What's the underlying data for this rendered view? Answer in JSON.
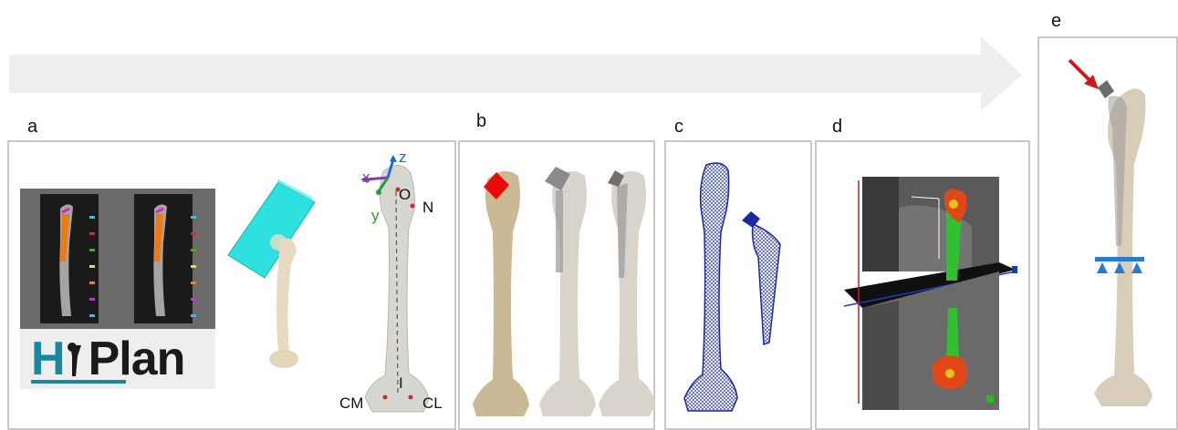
{
  "panels": {
    "a": {
      "label": "a",
      "axis_labels": {
        "x": "x",
        "y": "y",
        "z": "z"
      },
      "landmarks": {
        "o": "O",
        "n": "N",
        "i": "I",
        "cm": "CM",
        "cl": "CL"
      },
      "logo": {
        "text_h": "H",
        "text_plan": "Plan",
        "color_teal": "#1a86a0",
        "color_dark": "#1a1a1a"
      }
    },
    "b": {
      "label": "b"
    },
    "c": {
      "label": "c"
    },
    "d": {
      "label": "d"
    },
    "e": {
      "label": "e"
    }
  },
  "colors": {
    "cutting_block": "#2ee0e0",
    "resection_plane": "#e01010",
    "mesh": "#1a2aa0",
    "load_marker": "#2a7ad0",
    "arrow_red": "#d01818",
    "axis_z": "#1a6ad0",
    "axis_x": "#8a3ab0",
    "axis_y": "#2a9a3a"
  },
  "icons": [
    "process-flow-arrow-icon",
    "load-arrow-icon",
    "fixed-support-icon",
    "coordinate-axes-icon"
  ]
}
